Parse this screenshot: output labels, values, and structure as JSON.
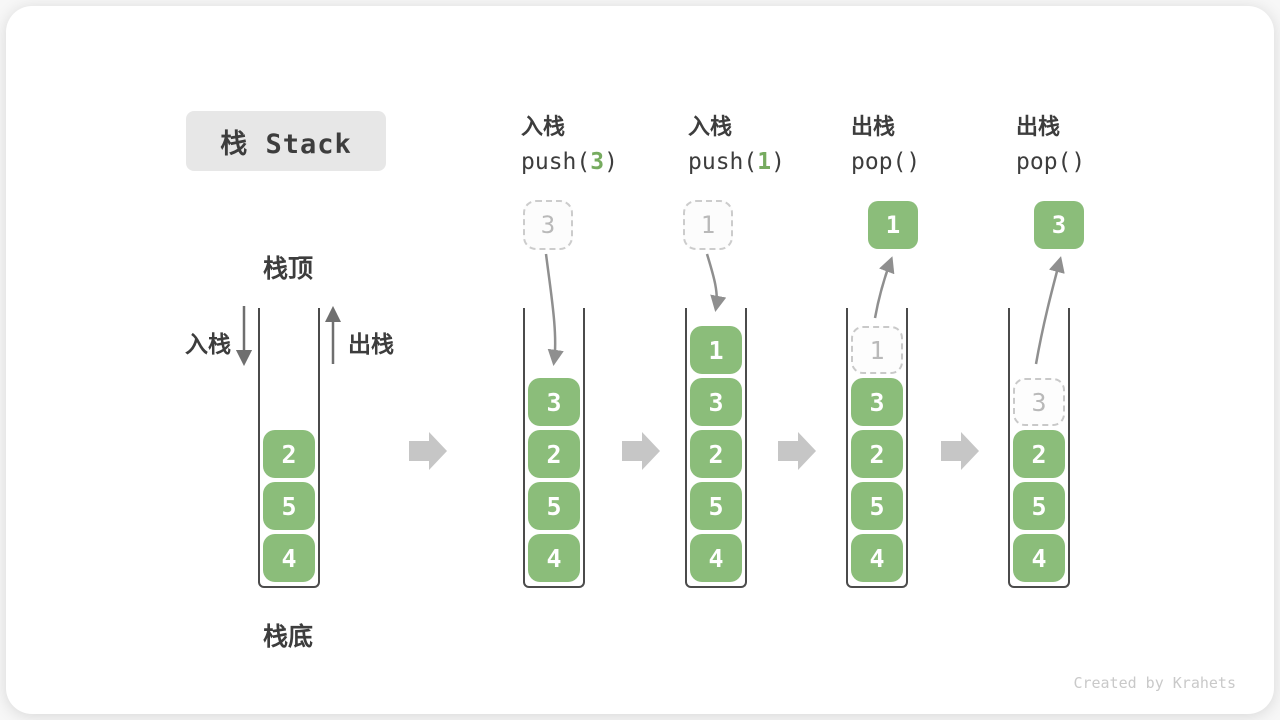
{
  "title": "栈 Stack",
  "labels": {
    "stack_top": "栈顶",
    "stack_bottom": "栈底",
    "push_side": "入栈",
    "pop_side": "出栈"
  },
  "operations": [
    {
      "title": "入栈",
      "code": [
        "push(",
        "3",
        ")"
      ]
    },
    {
      "title": "入栈",
      "code": [
        "push(",
        "1",
        ")"
      ]
    },
    {
      "title": "出栈",
      "code": [
        "pop(",
        "",
        ")"
      ]
    },
    {
      "title": "出栈",
      "code": [
        "pop(",
        "",
        ")"
      ]
    }
  ],
  "floating_cells": [
    {
      "value": "3",
      "style": "ghost"
    },
    {
      "value": "1",
      "style": "ghost"
    },
    {
      "value": "1",
      "style": "solid"
    },
    {
      "value": "3",
      "style": "solid"
    }
  ],
  "stacks": [
    {
      "cells": [
        {
          "row": 3,
          "value": "2",
          "style": "solid"
        },
        {
          "row": 4,
          "value": "5",
          "style": "solid"
        },
        {
          "row": 5,
          "value": "4",
          "style": "solid"
        }
      ]
    },
    {
      "cells": [
        {
          "row": 2,
          "value": "3",
          "style": "solid"
        },
        {
          "row": 3,
          "value": "2",
          "style": "solid"
        },
        {
          "row": 4,
          "value": "5",
          "style": "solid"
        },
        {
          "row": 5,
          "value": "4",
          "style": "solid"
        }
      ]
    },
    {
      "cells": [
        {
          "row": 1,
          "value": "1",
          "style": "solid"
        },
        {
          "row": 2,
          "value": "3",
          "style": "solid"
        },
        {
          "row": 3,
          "value": "2",
          "style": "solid"
        },
        {
          "row": 4,
          "value": "5",
          "style": "solid"
        },
        {
          "row": 5,
          "value": "4",
          "style": "solid"
        }
      ]
    },
    {
      "cells": [
        {
          "row": 1,
          "value": "1",
          "style": "ghost"
        },
        {
          "row": 2,
          "value": "3",
          "style": "solid"
        },
        {
          "row": 3,
          "value": "2",
          "style": "solid"
        },
        {
          "row": 4,
          "value": "5",
          "style": "solid"
        },
        {
          "row": 5,
          "value": "4",
          "style": "solid"
        }
      ]
    },
    {
      "cells": [
        {
          "row": 2,
          "value": "3",
          "style": "ghost"
        },
        {
          "row": 3,
          "value": "2",
          "style": "solid"
        },
        {
          "row": 4,
          "value": "5",
          "style": "solid"
        },
        {
          "row": 5,
          "value": "4",
          "style": "solid"
        }
      ]
    }
  ],
  "watermark": "Created by Krahets",
  "colors": {
    "cell_green": "#8BBD7A",
    "code_green": "#76AB5F",
    "ghost_gray": "#B9B9B9",
    "dashed_border": "#CCCCCC",
    "curve_arrow_gray": "#8F8F8F",
    "block_arrow_gray": "#C6C6C6",
    "container_border": "#4B4B4B",
    "text_dark": "#3D3D3D",
    "title_bg": "#E7E7E7",
    "watermark_gray": "#C9C9C9"
  }
}
